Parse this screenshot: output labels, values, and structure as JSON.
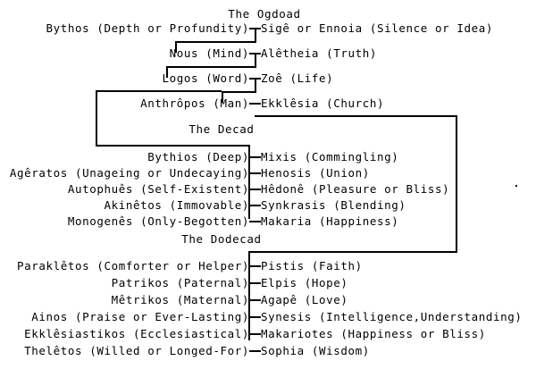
{
  "diagram": {
    "title_visible": false,
    "line_color": "#000000",
    "background_color": "#ffffff",
    "sections": [
      {
        "id": "ogdoad",
        "header": "The Ogdoad",
        "pairs": [
          {
            "left": "Bythos (Depth or Profundity)",
            "right": "Sigê or Ennoia (Silence or Idea)"
          },
          {
            "left": "Nous (Mind)",
            "right": "Alêtheia (Truth)"
          },
          {
            "left": "Logos (Word)",
            "right": "Zoê (Life)"
          },
          {
            "left": "Anthrôpos (Man)",
            "right": "Ekklêsia (Church)"
          }
        ]
      },
      {
        "id": "decad",
        "header": "The Decad",
        "pairs": [
          {
            "left": "Bythios (Deep)",
            "right": "Mixis (Commingling)"
          },
          {
            "left": "Agêratos (Unageing or Undecaying)",
            "right": "Henosis (Union)"
          },
          {
            "left": "Autophuês (Self-Existent)",
            "right": "Hêdonê (Pleasure or Bliss)"
          },
          {
            "left": "Akinêtos (Immovable)",
            "right": "Synkrasis (Blending)"
          },
          {
            "left": "Monogenês (Only-Begotten)",
            "right": "Makaria (Happiness)"
          }
        ]
      },
      {
        "id": "dodecad",
        "header": "The Dodecad",
        "pairs": [
          {
            "left": "Paraklêtos (Comforter or Helper)",
            "right": "Pistis (Faith)"
          },
          {
            "left": "Patrikos (Paternal)",
            "right": "Elpis (Hope)"
          },
          {
            "left": "Mêtrikos (Maternal)",
            "right": "Agapê (Love)"
          },
          {
            "left": "Ainos (Praise or Ever-Lasting)",
            "right": "Synesis (Intelligence,Understanding)"
          },
          {
            "left": "Ekklêsiastikos (Ecclesiastical)",
            "right": "Makariotes (Happiness or Bliss)"
          },
          {
            "left": "Thelêtos (Willed or Longed-For)",
            "right": "Sophia (Wisdom)"
          }
        ]
      }
    ]
  }
}
